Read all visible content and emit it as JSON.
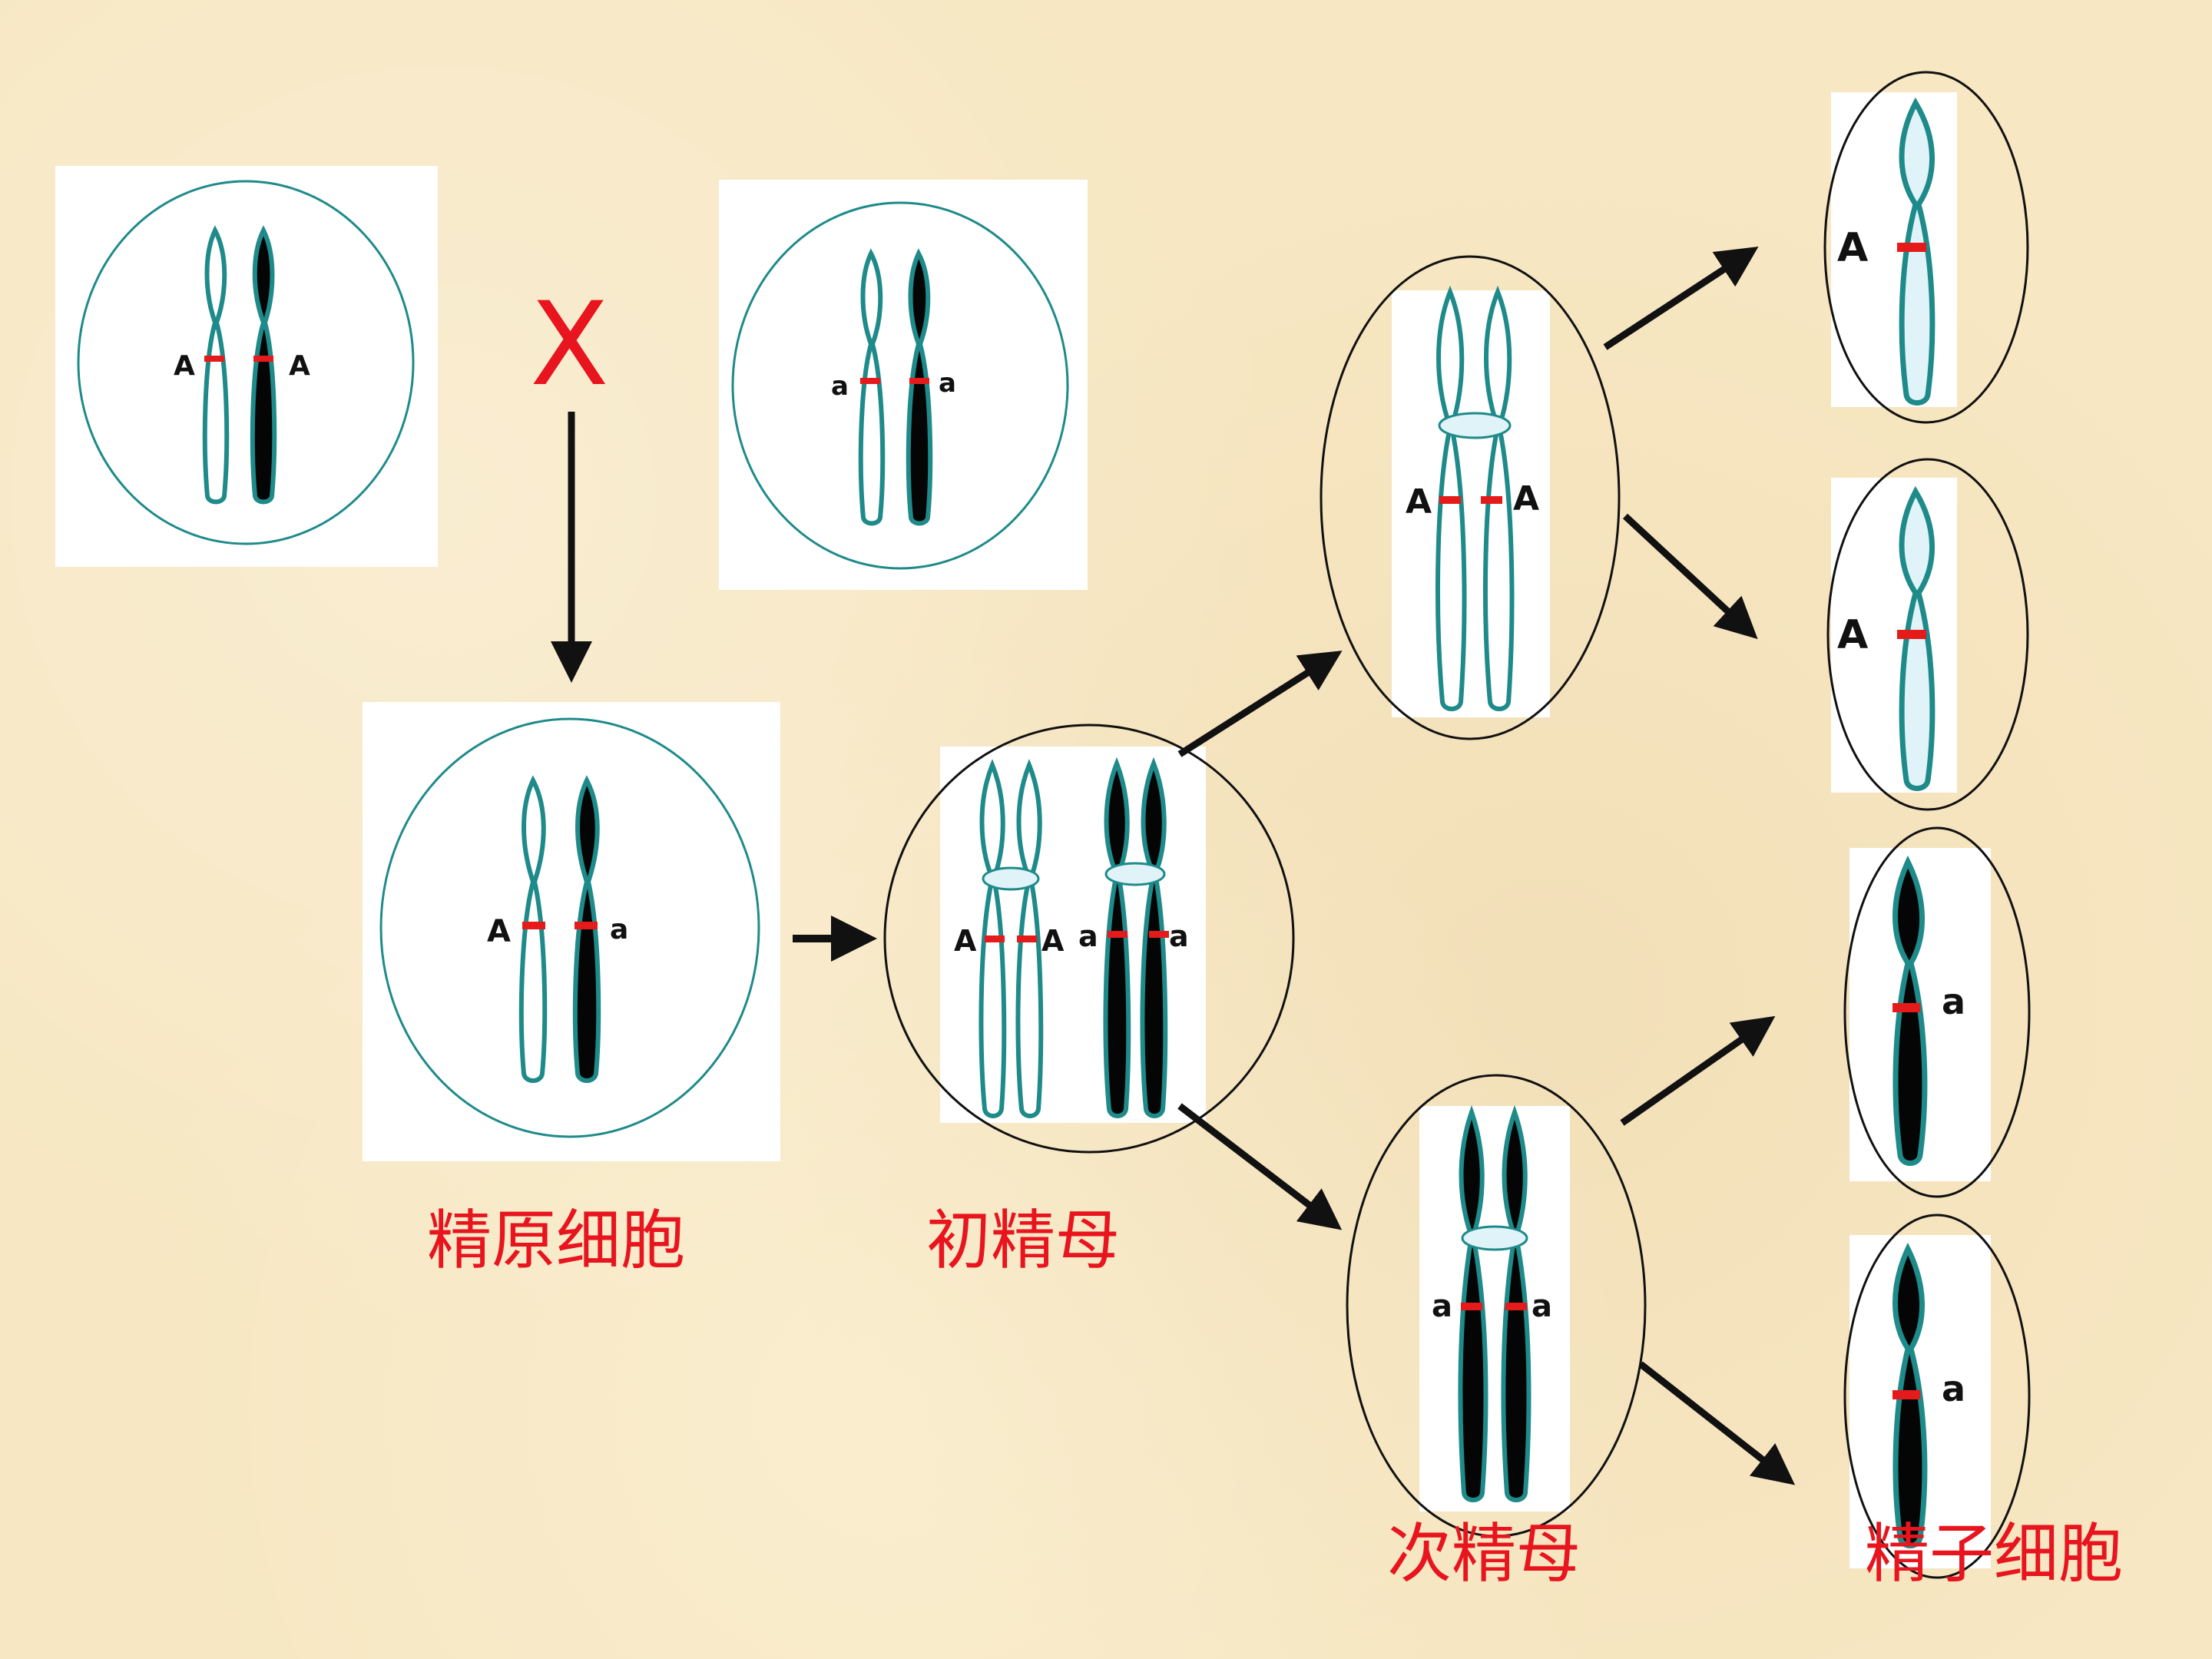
{
  "labels": {
    "cross_symbol": "X",
    "stage_spermatogonium": "精原细胞",
    "stage_primary": "初精母",
    "stage_secondary": "次精母",
    "stage_sperm": "精子细胞"
  },
  "genes": {
    "upper_A": "A",
    "lower_a": "a"
  },
  "colors": {
    "chromosome_outline": "#1f8a8a",
    "chromosome_light_fill": "#ffffff",
    "chromosome_pale_fill": "#dff3f8",
    "chromosome_dark_fill": "#050505",
    "gene_marker": "#e51b1b",
    "stage_label": "#e8141e",
    "arrow": "#111111"
  }
}
